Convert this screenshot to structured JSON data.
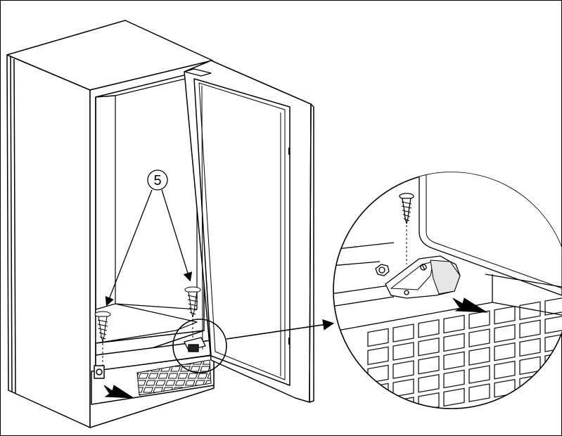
{
  "diagram": {
    "callout": {
      "label": "5"
    },
    "colors": {
      "line": "#000000",
      "fill": "#ffffff",
      "shade": "#d9d9d9",
      "dark": "#222222"
    },
    "parts": [
      "cabinet",
      "door",
      "screw-left",
      "screw-right",
      "hinge-detail",
      "magnifier-circle",
      "arrow-left-bottom",
      "arrow-detail"
    ]
  }
}
